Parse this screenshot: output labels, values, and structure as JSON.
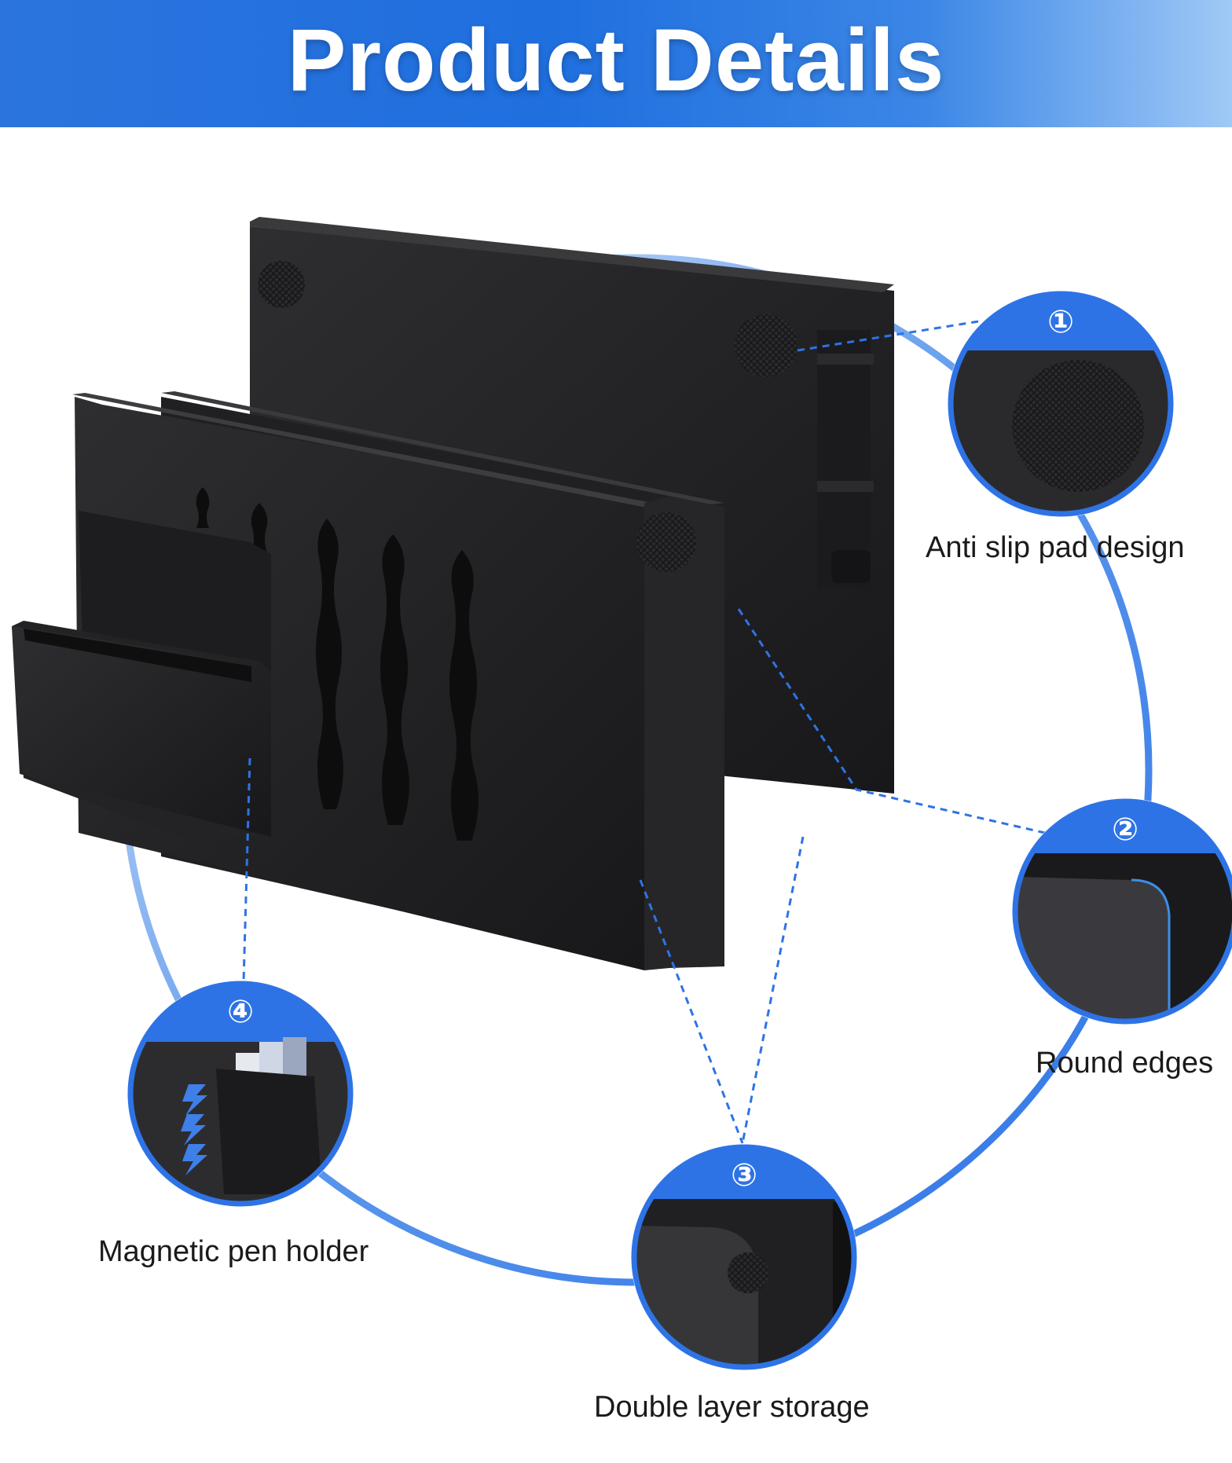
{
  "header": {
    "title": "Product Details"
  },
  "callouts": [
    {
      "number": "①",
      "label": "Anti slip pad design"
    },
    {
      "number": "②",
      "label": "Round edges"
    },
    {
      "number": "③",
      "label": "Double layer storage"
    },
    {
      "number": "④",
      "label": "Magnetic pen holder"
    }
  ],
  "colors": {
    "banner_blue": "#1f6fdf",
    "accent_blue": "#2e73e6",
    "ring_blue": "#4d8eea",
    "product_black": "#1e1e20"
  },
  "icons": [
    "lightning-bolt-icon"
  ]
}
